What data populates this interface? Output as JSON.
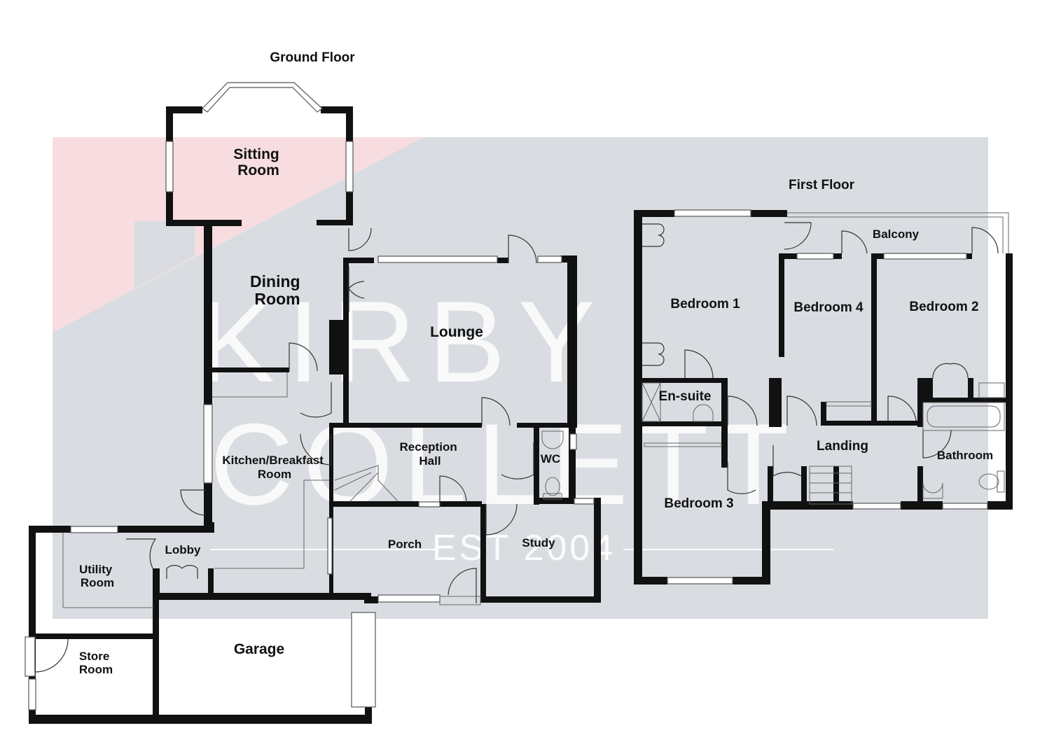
{
  "floors": {
    "ground": {
      "title": "Ground Floor",
      "rooms": {
        "sitting_room": [
          "Sitting",
          "Room"
        ],
        "dining_room": [
          "Dining",
          "Room"
        ],
        "lounge": "Lounge",
        "kitchen": [
          "Kitchen/Breakfast",
          "Room"
        ],
        "reception_hall": [
          "Reception",
          "Hall"
        ],
        "wc": "WC",
        "porch": "Porch",
        "study": "Study",
        "lobby": "Lobby",
        "utility_room": [
          "Utility",
          "Room"
        ],
        "store_room": [
          "Store",
          "Room"
        ],
        "garage": "Garage"
      }
    },
    "first": {
      "title": "First Floor",
      "rooms": {
        "bedroom_1": "Bedroom 1",
        "bedroom_4": "Bedroom 4",
        "bedroom_2": "Bedroom 2",
        "balcony": "Balcony",
        "en_suite": "En-suite",
        "landing": "Landing",
        "bathroom": "Bathroom",
        "bedroom_3": "Bedroom 3"
      }
    }
  },
  "watermark": {
    "line1": "KIRBY",
    "line2": "COLLETT",
    "line3": "EST 2004",
    "bg_color": "#d9dde2",
    "accent_color": "#f7dde0"
  }
}
